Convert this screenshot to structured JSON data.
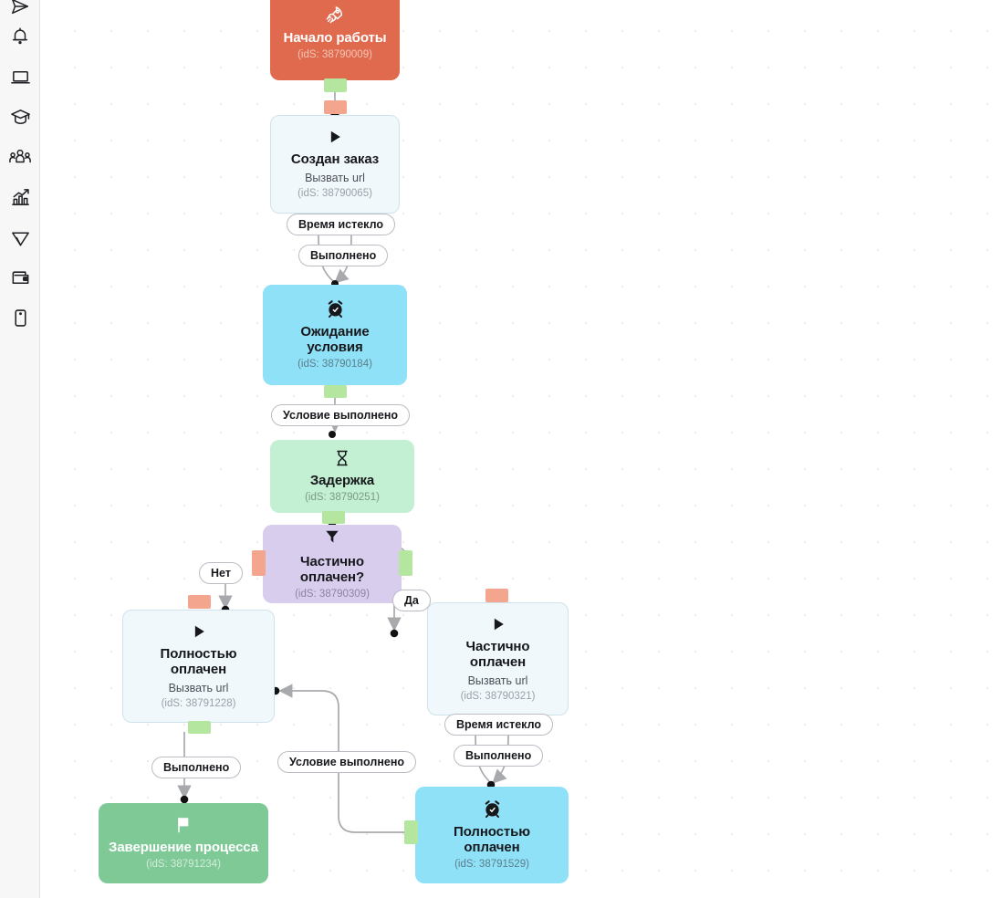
{
  "sidebar": {
    "items": [
      {
        "name": "send-icon",
        "label": "Send"
      },
      {
        "name": "bell-icon",
        "label": "Notifications"
      },
      {
        "name": "laptop-icon",
        "label": "Devices"
      },
      {
        "name": "graduation-cap-icon",
        "label": "Learning"
      },
      {
        "name": "users-icon",
        "label": "Clients"
      },
      {
        "name": "bar-chart-icon",
        "label": "Analytics"
      },
      {
        "name": "paper-plane-icon",
        "label": "Mailing"
      },
      {
        "name": "wallet-icon",
        "label": "Billing"
      },
      {
        "name": "mobile-icon",
        "label": "Mobile"
      }
    ]
  },
  "canvas": {
    "nodes": [
      {
        "key": "start",
        "icon": "rocket-icon",
        "title": "Начало работы",
        "subtitle": "",
        "id_label": "(idS: 38790009)",
        "variant": "v-start"
      },
      {
        "key": "order_created",
        "icon": "play-icon",
        "title": "Создан заказ",
        "subtitle": "Вызвать url",
        "id_label": "(idS: 38790065)",
        "variant": "v-action"
      },
      {
        "key": "wait_condition",
        "icon": "alarm-clock-icon",
        "title": "Ожидание условия",
        "title_line1": "Ожидание",
        "title_line2": "условия",
        "subtitle": "",
        "id_label": "(idS: 38790184)",
        "variant": "v-wait"
      },
      {
        "key": "delay",
        "icon": "hourglass-icon",
        "title": "Задержка",
        "subtitle": "",
        "id_label": "(idS: 38790251)",
        "variant": "v-delay"
      },
      {
        "key": "partially_paid_q",
        "icon": "funnel-icon",
        "title": "Частично оплачен?",
        "subtitle": "",
        "id_label": "(idS: 38790309)",
        "variant": "v-cond"
      },
      {
        "key": "fully_paid_action",
        "icon": "play-icon",
        "title": "Полностью оплачен",
        "title_line1": "Полностью",
        "title_line2": "оплачен",
        "subtitle": "Вызвать url",
        "id_label": "(idS: 38791228)",
        "variant": "v-action"
      },
      {
        "key": "partially_paid_action",
        "icon": "play-icon",
        "title": "Частично оплачен",
        "title_line1": "Частично",
        "title_line2": "оплачен",
        "subtitle": "Вызвать url",
        "id_label": "(idS: 38790321)",
        "variant": "v-action"
      },
      {
        "key": "process_end",
        "icon": "flag-icon",
        "title": "Завершение процесса",
        "subtitle": "",
        "id_label": "(idS: 38791234)",
        "variant": "v-end"
      },
      {
        "key": "fully_paid_wait",
        "icon": "alarm-clock-icon",
        "title": "Полностью оплачен",
        "title_line1": "Полностью",
        "title_line2": "оплачен",
        "subtitle": "",
        "id_label": "(idS: 38791529)",
        "variant": "v-wait"
      }
    ],
    "edge_labels": [
      {
        "key": "timeout_1",
        "text": "Время истекло"
      },
      {
        "key": "done_1",
        "text": "Выполнено"
      },
      {
        "key": "cond_met_1",
        "text": "Условие выполнено"
      },
      {
        "key": "no_branch",
        "text": "Нет"
      },
      {
        "key": "yes_branch",
        "text": "Да"
      },
      {
        "key": "timeout_2",
        "text": "Время истекло"
      },
      {
        "key": "done_2",
        "text": "Выполнено"
      },
      {
        "key": "done_3",
        "text": "Выполнено"
      },
      {
        "key": "cond_met_2",
        "text": "Условие выполнено"
      }
    ]
  },
  "colors": {
    "start": "#e06a4e",
    "action_bg": "#f1f8fb",
    "wait": "#8fe1f7",
    "delay": "#c3efd2",
    "condition": "#d9cdee",
    "end": "#7fc997",
    "port_out": "#b5e6a0",
    "port_in": "#f3a58e",
    "edge": "#a8a9ad"
  }
}
